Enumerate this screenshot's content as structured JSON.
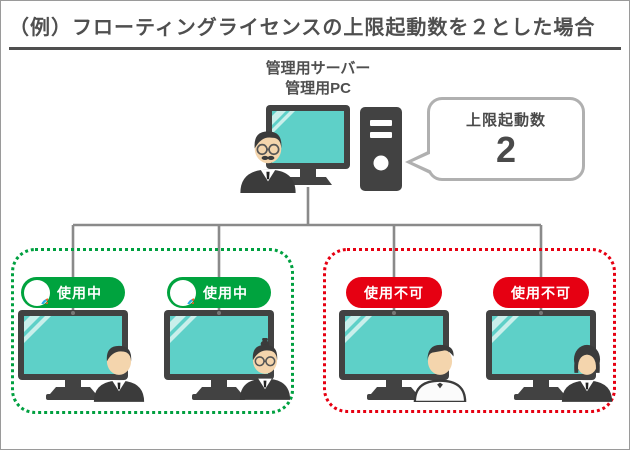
{
  "title": "（例）フローティングライセンスの上限起動数を２とした場合",
  "server": {
    "label_line1": "管理用サーバー",
    "label_line2": "管理用PC",
    "person_icon": "admin-with-glasses-mustache"
  },
  "bubble": {
    "label": "上限起動数",
    "value": "2"
  },
  "groups": [
    {
      "name": "in-use-group",
      "border_color": "#00a040"
    },
    {
      "name": "unavailable-group",
      "border_color": "#e60012"
    }
  ],
  "clients": [
    {
      "status_label": "使用中",
      "badge_color": "#00a33e",
      "logo_icon": "license-app-swirl-icon",
      "person_icon": "man-dark-hair"
    },
    {
      "status_label": "使用中",
      "badge_color": "#00a33e",
      "logo_icon": "license-app-swirl-icon",
      "person_icon": "person-topknot-glasses"
    },
    {
      "status_label": "使用不可",
      "badge_color": "#e60012",
      "person_icon": "young-man-white-shirt"
    },
    {
      "status_label": "使用不可",
      "badge_color": "#e60012",
      "person_icon": "woman-long-hair"
    }
  ],
  "colors": {
    "accent_green": "#00a040",
    "badge_green": "#00a33e",
    "accent_red": "#e60012",
    "screen_teal": "#5ed0c8",
    "screen_shine": "#c9efeb",
    "device_gray": "#424242",
    "line_gray": "#8a8a8a",
    "bubble_border": "#b0b0b0",
    "text_gray": "#4f4f4f",
    "skin": "#f4d5ad",
    "logo_blue": "#29abe2",
    "logo_orange": "#f15a24",
    "logo_pink": "#ed1e79",
    "logo_yellow": "#fbb03b"
  }
}
